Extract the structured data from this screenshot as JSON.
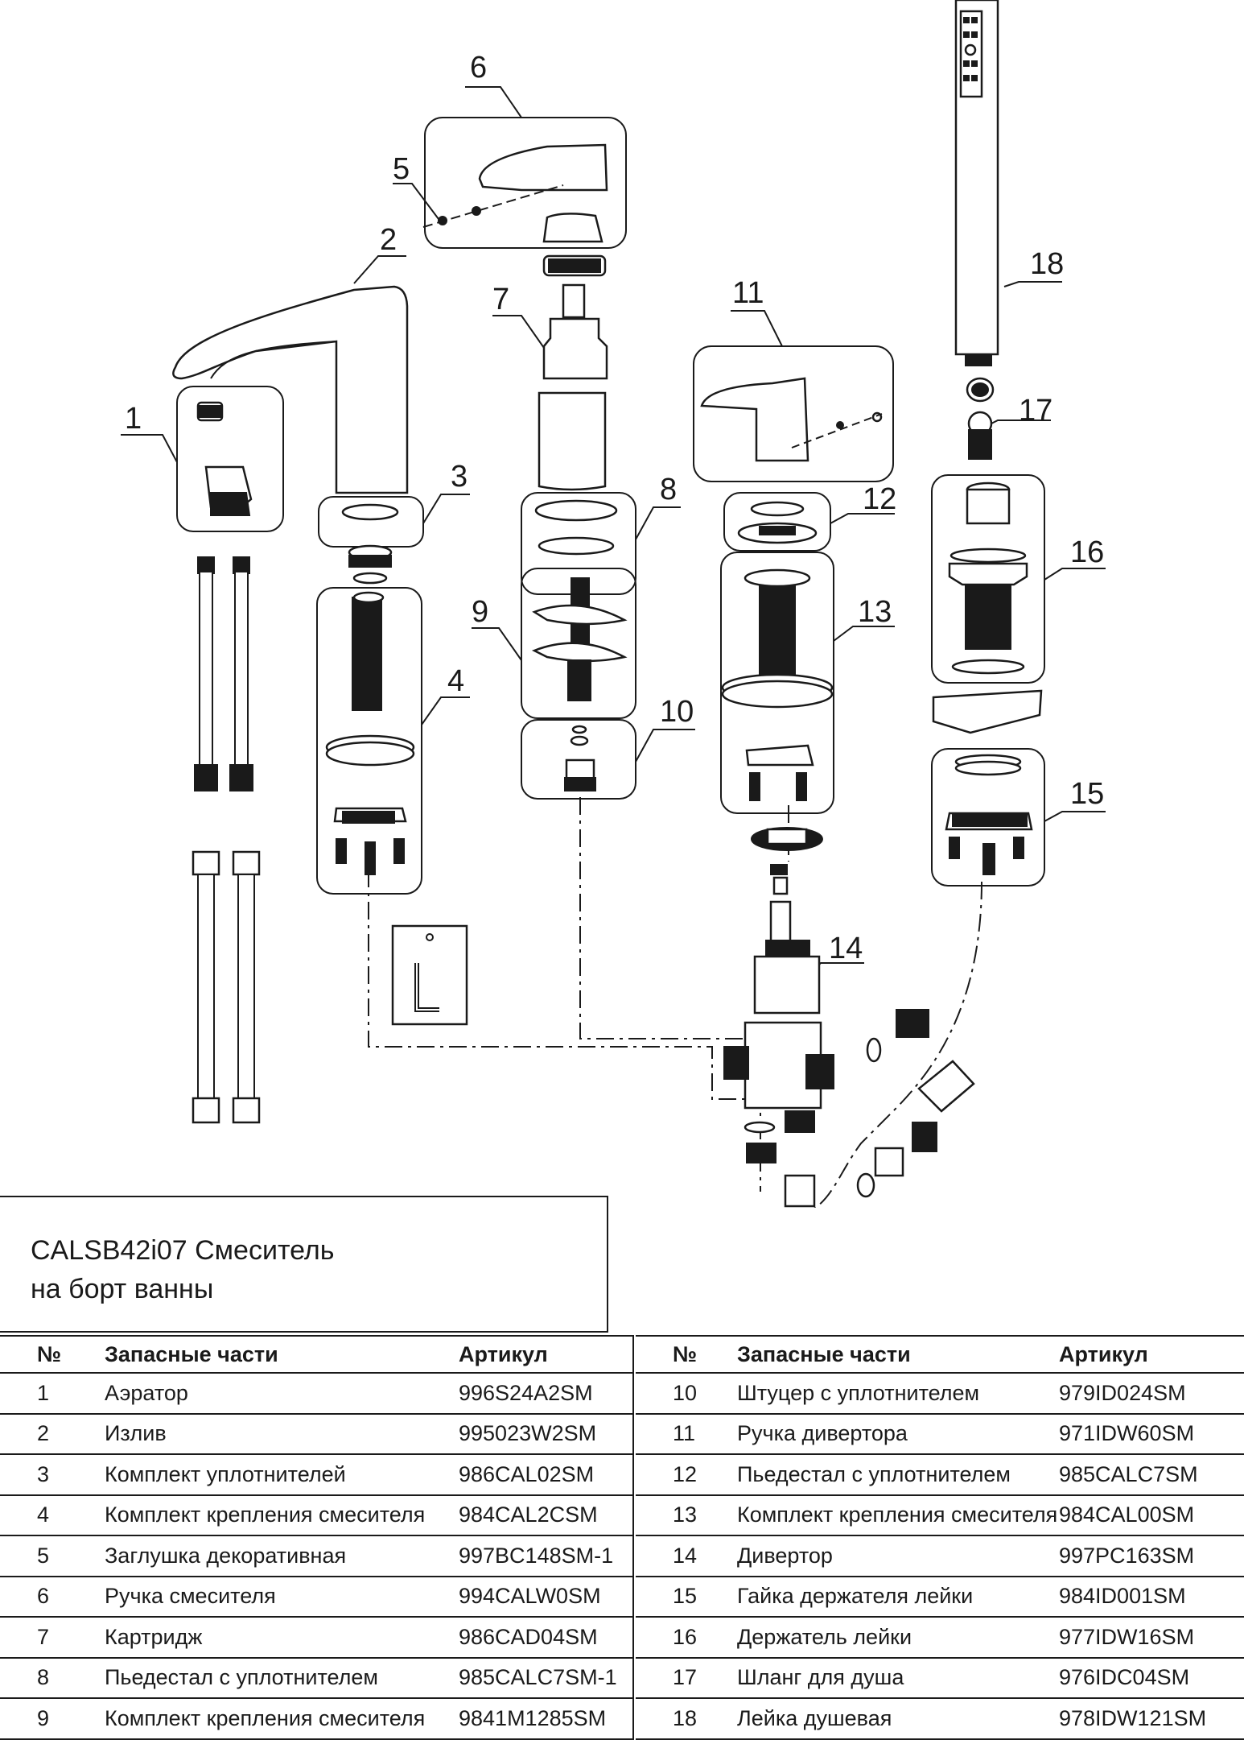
{
  "title": "CALSB42i07 Смеситель\nна борт ванны",
  "callouts": [
    "1",
    "2",
    "3",
    "4",
    "5",
    "6",
    "7",
    "8",
    "9",
    "10",
    "11",
    "12",
    "13",
    "14",
    "15",
    "16",
    "17",
    "18"
  ],
  "table_headers": {
    "no": "№",
    "name": "Запасные части",
    "article": "Артикул"
  },
  "parts_left": [
    {
      "no": "1",
      "name": "Аэратор",
      "article": "996S24A2SM"
    },
    {
      "no": "2",
      "name": "Излив",
      "article": "995023W2SM"
    },
    {
      "no": "3",
      "name": "Комплект уплотнителей",
      "article": "986CAL02SM"
    },
    {
      "no": "4",
      "name": "Комплект крепления смесителя",
      "article": "984CAL2CSM"
    },
    {
      "no": "5",
      "name": "Заглушка декоративная",
      "article": "997BC148SM-1"
    },
    {
      "no": "6",
      "name": "Ручка смесителя",
      "article": "994CALW0SM"
    },
    {
      "no": "7",
      "name": "Картридж",
      "article": "986CAD04SM"
    },
    {
      "no": "8",
      "name": "Пьедестал с уплотнителем",
      "article": "985CALC7SM-1"
    },
    {
      "no": "9",
      "name": "Комплект крепления смесителя",
      "article": "9841M1285SM"
    }
  ],
  "parts_right": [
    {
      "no": "10",
      "name": "Штуцер с уплотнителем",
      "article": "979ID024SM"
    },
    {
      "no": "11",
      "name": "Ручка дивертора",
      "article": "971IDW60SM"
    },
    {
      "no": "12",
      "name": "Пьедестал с уплотнителем",
      "article": "985CALC7SM"
    },
    {
      "no": "13",
      "name": "Комплект крепления смесителя",
      "article": "984CAL00SM"
    },
    {
      "no": "14",
      "name": "Дивертор",
      "article": "997PC163SM"
    },
    {
      "no": "15",
      "name": "Гайка держателя лейки",
      "article": "984ID001SM"
    },
    {
      "no": "16",
      "name": "Держатель лейки",
      "article": "977IDW16SM"
    },
    {
      "no": "17",
      "name": "Шланг для душа",
      "article": "976IDC04SM"
    },
    {
      "no": "18",
      "name": "Лейка душевая",
      "article": "978IDW121SM"
    }
  ]
}
